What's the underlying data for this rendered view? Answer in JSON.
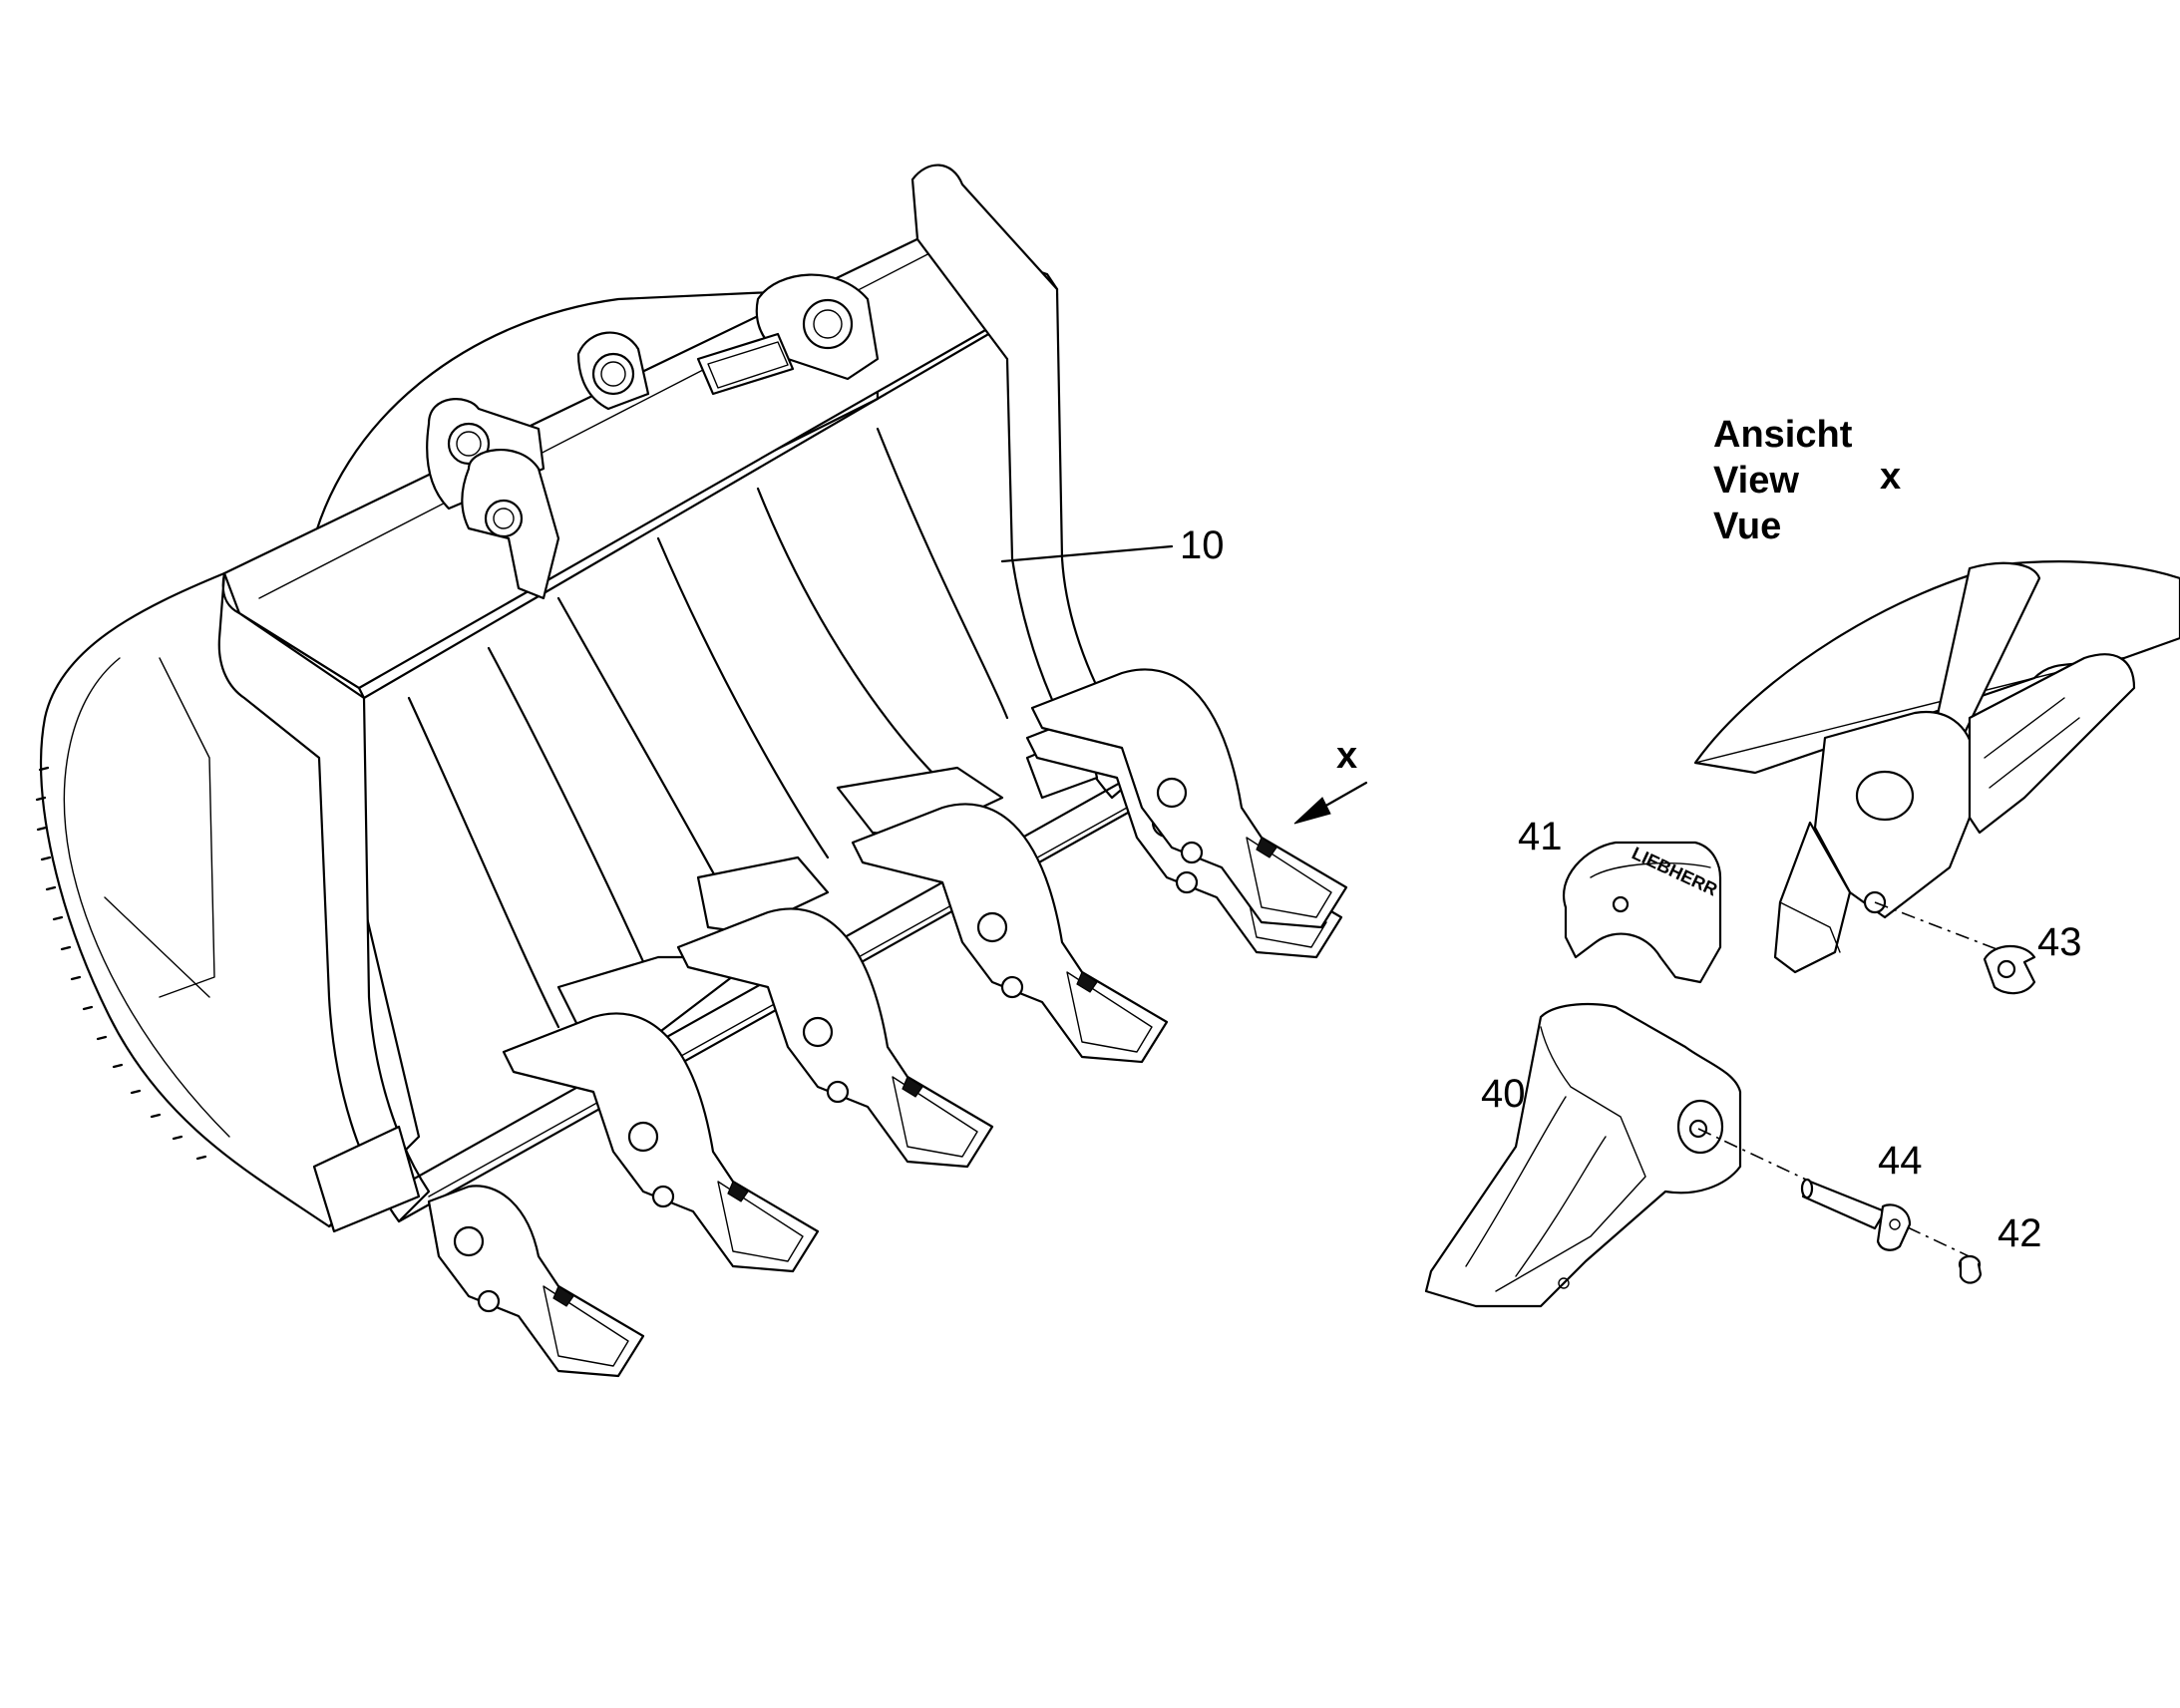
{
  "callouts": {
    "bucket": "10",
    "tooth": "40",
    "cover": "41",
    "retainer_cap": "42",
    "lock_washer": "43",
    "pin": "44"
  },
  "view_direction_mark": "x",
  "view_label": {
    "line1": "Ansicht",
    "line2": "View",
    "line3": "Vue",
    "mark": "x"
  },
  "cover_brand_text": "LIEBHERR"
}
